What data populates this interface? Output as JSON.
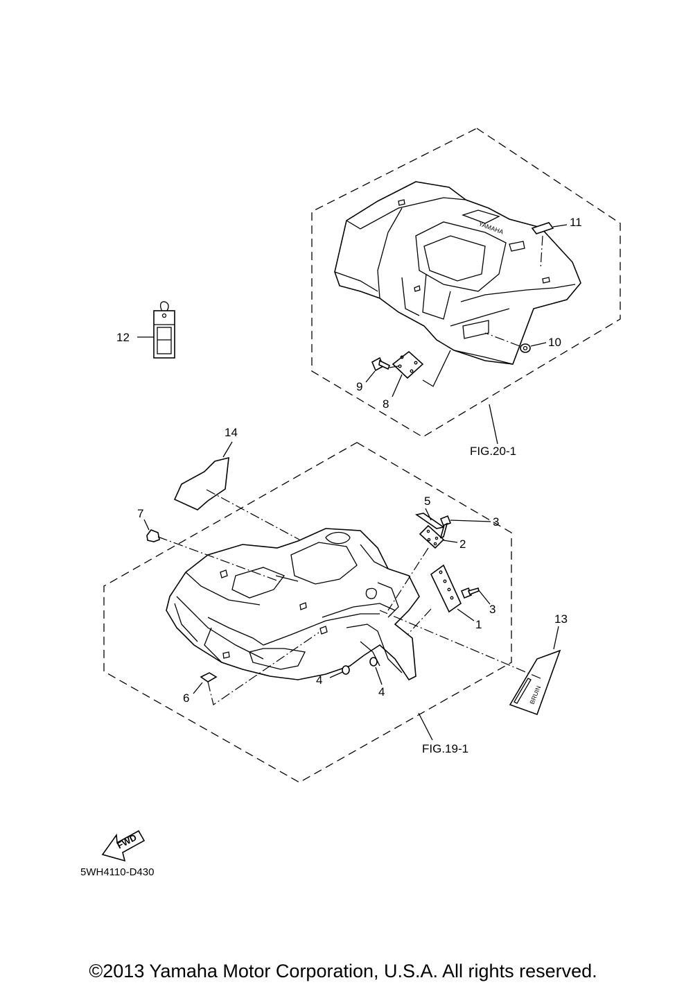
{
  "labels": {
    "p1": "1",
    "p2": "2",
    "p3a": "3",
    "p3b": "3",
    "p4a": "4",
    "p4b": "4",
    "p5": "5",
    "p6": "6",
    "p7": "7",
    "p8": "8",
    "p9": "9",
    "p10": "10",
    "p11": "11",
    "p12": "12",
    "p13": "13",
    "p14": "14"
  },
  "figs": {
    "rear": "FIG.20-1",
    "front": "FIG.19-1"
  },
  "fwd_label": "FWD",
  "diagram_code": "5WH4110-D430",
  "decal_text": {
    "brand": "YAMAHA",
    "model": "BRUIN"
  },
  "copyright": "©2013 Yamaha Motor Corporation, U.S.A. All rights reserved."
}
